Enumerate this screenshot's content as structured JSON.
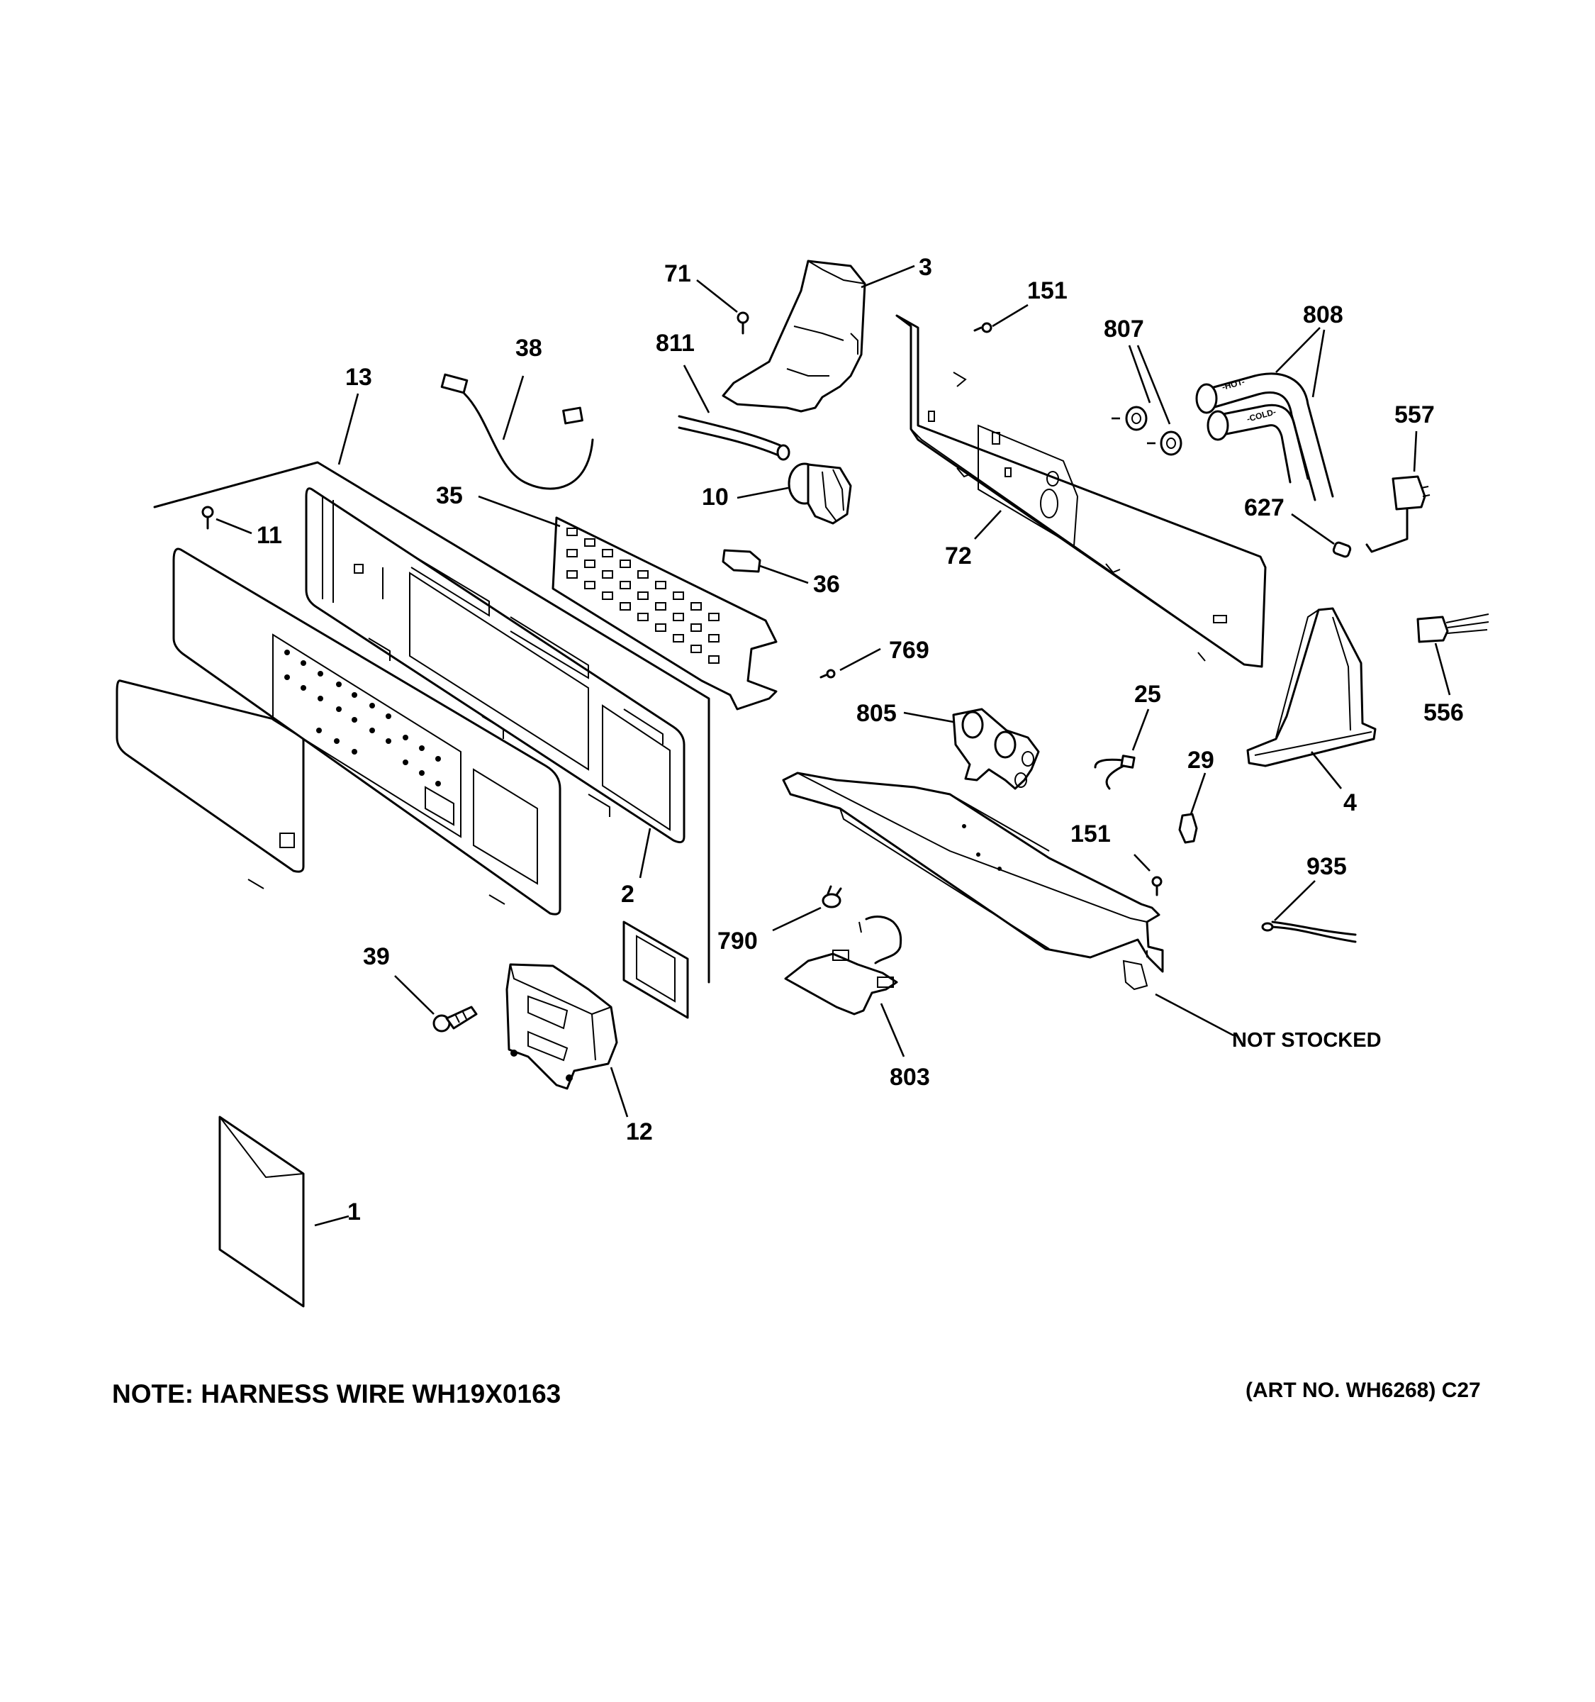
{
  "diagram": {
    "callouts": [
      {
        "id": "c71",
        "text": "71"
      },
      {
        "id": "c3",
        "text": "3"
      },
      {
        "id": "c151a",
        "text": "151"
      },
      {
        "id": "c807",
        "text": "807"
      },
      {
        "id": "c808",
        "text": "808"
      },
      {
        "id": "c811",
        "text": "811"
      },
      {
        "id": "c38",
        "text": "38"
      },
      {
        "id": "c13",
        "text": "13"
      },
      {
        "id": "c557",
        "text": "557"
      },
      {
        "id": "c35",
        "text": "35"
      },
      {
        "id": "c10",
        "text": "10"
      },
      {
        "id": "c627",
        "text": "627"
      },
      {
        "id": "c11",
        "text": "11"
      },
      {
        "id": "c72",
        "text": "72"
      },
      {
        "id": "c36",
        "text": "36"
      },
      {
        "id": "c769",
        "text": "769"
      },
      {
        "id": "c25",
        "text": "25"
      },
      {
        "id": "c805",
        "text": "805"
      },
      {
        "id": "c556",
        "text": "556"
      },
      {
        "id": "c29",
        "text": "29"
      },
      {
        "id": "c4",
        "text": "4"
      },
      {
        "id": "c151b",
        "text": "151"
      },
      {
        "id": "c935",
        "text": "935"
      },
      {
        "id": "c2",
        "text": "2"
      },
      {
        "id": "c790",
        "text": "790"
      },
      {
        "id": "c39",
        "text": "39"
      },
      {
        "id": "c803",
        "text": "803"
      },
      {
        "id": "c12",
        "text": "12"
      },
      {
        "id": "c1",
        "text": "1"
      }
    ],
    "not_stocked": "NOT STOCKED",
    "hose_labels": {
      "hot": "-HOT-",
      "cold": "-COLD-"
    },
    "note": "NOTE: HARNESS WIRE WH19X0163",
    "art_number": "(ART NO. WH6268) C27"
  }
}
